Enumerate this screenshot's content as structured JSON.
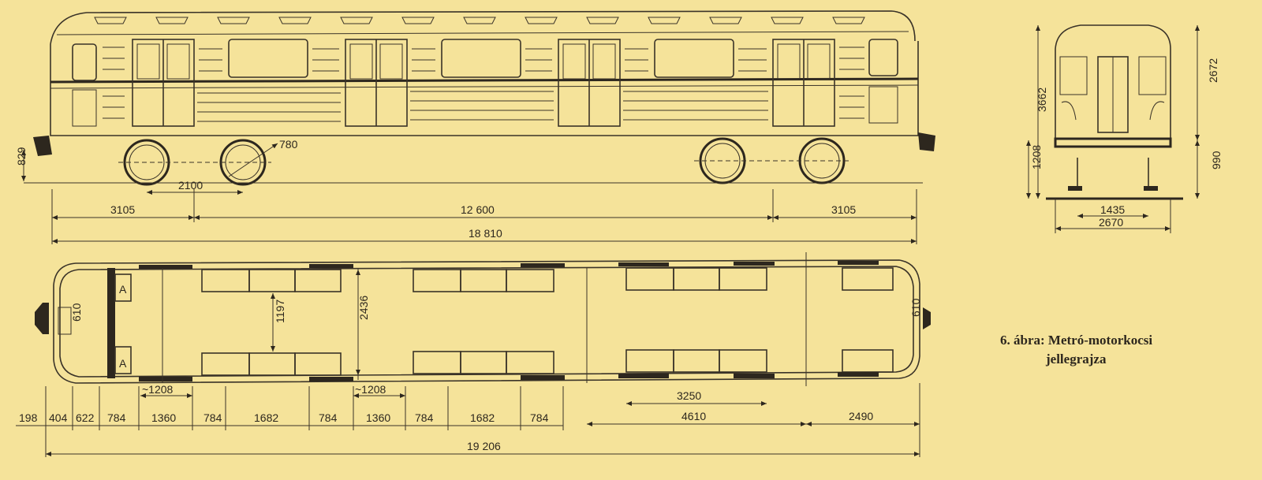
{
  "caption": {
    "line1": "6. ábra: Metró-motorkocsi",
    "line2": "jellegrajza"
  },
  "side_view": {
    "dims": {
      "height_829": "829",
      "wheel_780": "780",
      "bogie_2100": "2100",
      "left_3105": "3105",
      "center_12600": "12 600",
      "right_3105": "3105",
      "total_18810": "18 810"
    }
  },
  "end_view": {
    "dims": {
      "h_3662": "3662",
      "h_2672": "2672",
      "h_1208": "1208",
      "h_990": "990",
      "gauge_1435": "1435",
      "width_2670": "2670"
    }
  },
  "plan_view": {
    "seat_label": "A",
    "dims": {
      "end_610_left": "610",
      "end_610_right": "610",
      "aisle_1197": "1197",
      "inner_2436": "2436",
      "door_1208_a": "~1208",
      "door_1208_b": "~1208",
      "seg_3250": "3250",
      "seg_4610": "4610",
      "seg_2490": "2490",
      "bottom": [
        "198",
        "404",
        "622",
        "784",
        "1360",
        "784",
        "1682",
        "784",
        "1360",
        "784",
        "1682",
        "784"
      ],
      "total_19206": "19 206"
    }
  }
}
